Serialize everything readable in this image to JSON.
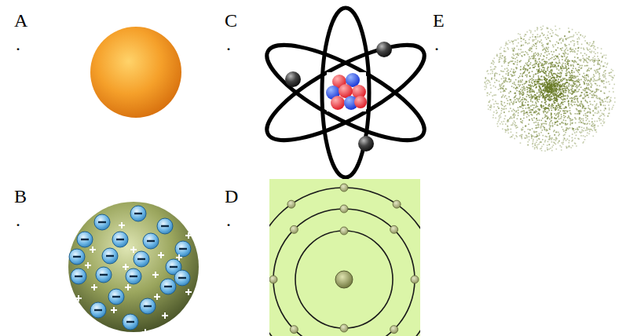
{
  "diagram": {
    "labels": [
      "A",
      ".",
      "B",
      ".",
      "C",
      ".",
      "D",
      ".",
      "E",
      "."
    ]
  }
}
